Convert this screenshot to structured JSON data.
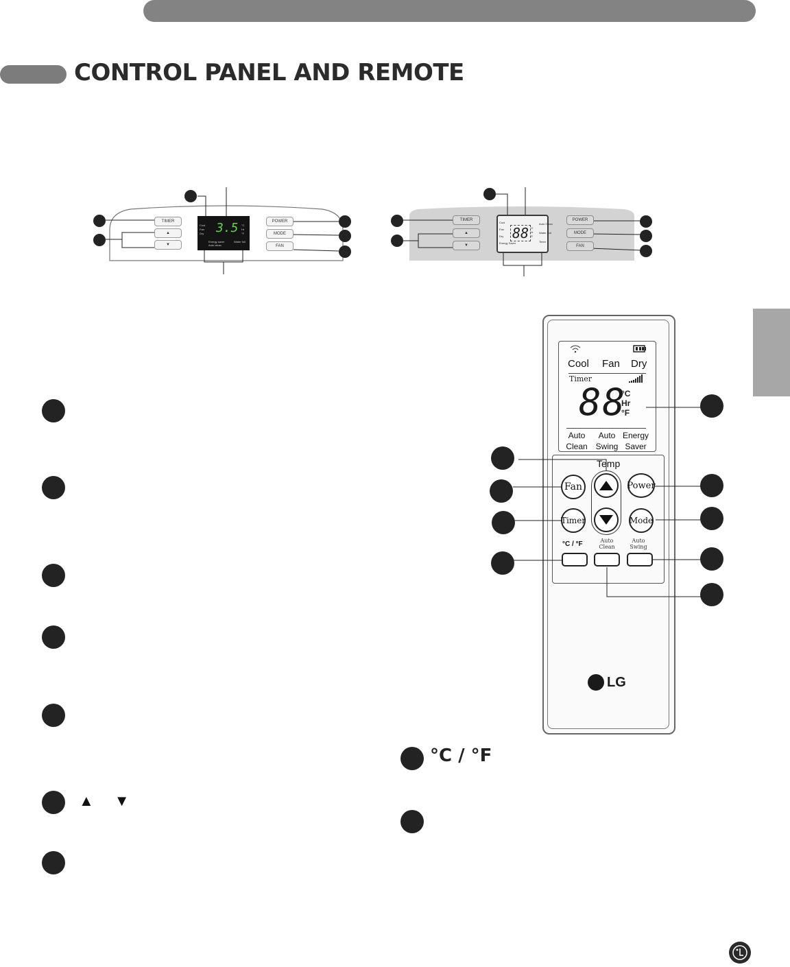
{
  "header": {
    "title": "CONTROL PANEL AND REMOTE"
  },
  "panel_a": {
    "buttons": {
      "timer": "TIMER",
      "up": "▲",
      "down": "▼",
      "power": "POWER",
      "mode": "MODE",
      "fan": "FAN"
    },
    "display_value": "3.5",
    "display_left_labels": [
      "Cool",
      "Fan",
      "Dry"
    ],
    "display_right_labels": [
      "°C",
      "Hr",
      "°F"
    ],
    "display_bottom_left": "Energy saver",
    "display_bottom_left2": "Auto clean",
    "display_bottom_right": "Water full"
  },
  "panel_b": {
    "buttons": {
      "timer": "TIMER",
      "up": "▲",
      "down": "▼",
      "power": "POWER",
      "mode": "MODE",
      "fan": "FAN"
    },
    "display_value": "88",
    "display_left_labels": [
      "Cool",
      "Fan",
      "Dry",
      "Energy Saver"
    ],
    "display_right_labels": [
      "Auto Clean",
      "Water Full",
      "Timer"
    ],
    "display_units": [
      "°C",
      "Hr",
      "°F"
    ]
  },
  "remote": {
    "lcd": {
      "modes": [
        "Cool",
        "Fan",
        "Dry"
      ],
      "timer": "Timer",
      "digits": "88",
      "units": [
        "°C",
        "Hr",
        "°F"
      ],
      "bottom": [
        {
          "l1": "Auto",
          "l2": "Clean"
        },
        {
          "l1": "Auto",
          "l2": "Swing"
        },
        {
          "l1": "Energy",
          "l2": "Saver"
        }
      ]
    },
    "temp_label": "Temp",
    "fan_label": "Fan",
    "power_label": "Power",
    "timer_label": "Timer",
    "mode_label": "Mode",
    "cf_label": "°C / °F",
    "auto_clean_label": {
      "l1": "Auto",
      "l2": "Clean"
    },
    "auto_swing_label": {
      "l1": "Auto",
      "l2": "Swing"
    },
    "logo_text": "LG"
  },
  "legend": {
    "arrows": [
      "▲",
      "▼"
    ],
    "cf_heading": "°C / °F"
  },
  "colors": {
    "bar_gray": "#838384",
    "marker": "#232323",
    "panel_display_green": "#63d44a",
    "side_tab": "#a7a7a8"
  }
}
